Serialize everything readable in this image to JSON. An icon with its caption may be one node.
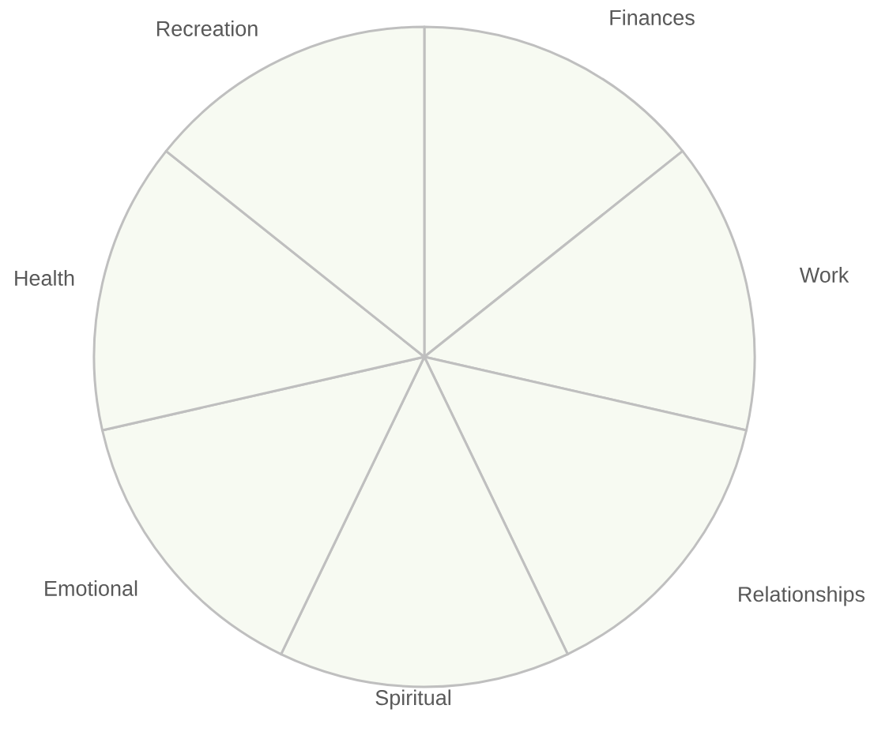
{
  "diagram": {
    "nodes": [
      {
        "text": [
          "Finances"
        ]
      },
      {
        "text": [
          "Work"
        ]
      },
      {
        "text": [
          "Relationships"
        ]
      },
      {
        "text": [
          "Spiritual"
        ]
      },
      {
        "text": [
          "Emotional"
        ]
      },
      {
        "text": [
          "Health"
        ]
      },
      {
        "text": [
          "Recreation"
        ]
      }
    ]
  }
}
